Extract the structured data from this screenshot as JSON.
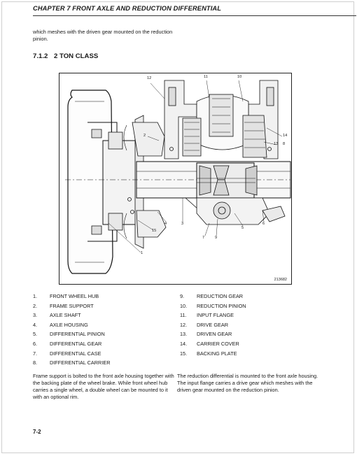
{
  "header": {
    "title": "CHAPTER 7 FRONT AXLE AND REDUCTION DIFFERENTIAL"
  },
  "intro_text": "which meshes with the driven gear mounted on the reduction pinion.",
  "section": {
    "number": "7.1.2",
    "title": "2 TON CLASS"
  },
  "figure": {
    "number": "213682",
    "callouts": [
      "12",
      "11",
      "10",
      "2",
      "14",
      "13",
      "8",
      "4",
      "3",
      "5",
      "6",
      "7",
      "9",
      "15",
      "1"
    ]
  },
  "parts_left": [
    {
      "num": "1.",
      "name": "FRONT WHEEL HUB"
    },
    {
      "num": "2.",
      "name": "FRAME SUPPORT"
    },
    {
      "num": "3.",
      "name": "AXLE SHAFT"
    },
    {
      "num": "4.",
      "name": "AXLE HOUSING"
    },
    {
      "num": "5.",
      "name": "DIFFERENTIAL PINION"
    },
    {
      "num": "6.",
      "name": "DIFFERENTIAL GEAR"
    },
    {
      "num": "7.",
      "name": "DIFFERENTIAL CASE"
    },
    {
      "num": "8.",
      "name": "DIFFERENTIAL CARRIER"
    }
  ],
  "parts_right": [
    {
      "num": "9.",
      "name": "REDUCTION GEAR"
    },
    {
      "num": "10.",
      "name": "REDUCTION PINION"
    },
    {
      "num": "11.",
      "name": "INPUT FLANGE"
    },
    {
      "num": "12.",
      "name": "DRIVE GEAR"
    },
    {
      "num": "13.",
      "name": "DRIVEN GEAR"
    },
    {
      "num": "14.",
      "name": "CARRIER COVER"
    },
    {
      "num": "15.",
      "name": "BACKING PLATE"
    }
  ],
  "body_left": "Frame support is bolted to the front axle housing together with the backing plate of the wheel brake. While front wheel hub carries a single wheel, a double wheel can be mounted to it with an optional rim.",
  "body_right": "The reduction differential is mounted to the front axle housing. The input flange carries a drive gear which meshes with the driven gear mounted on the reduction pinion.",
  "page_number": "7-2"
}
